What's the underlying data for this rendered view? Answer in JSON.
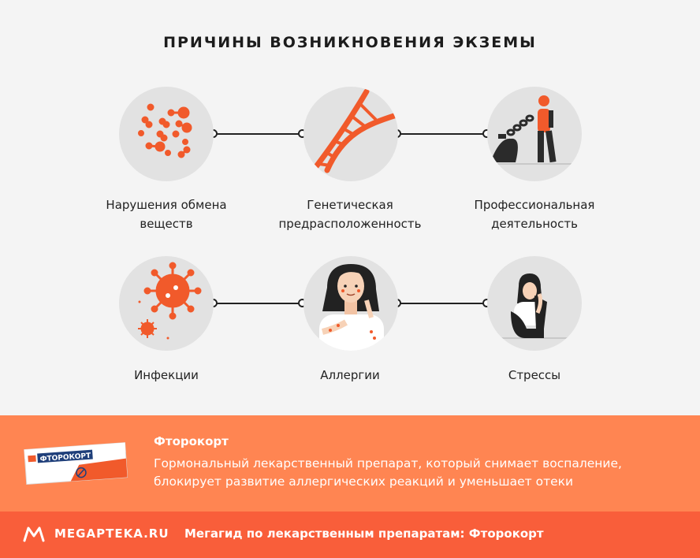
{
  "title": "ПРИЧИНЫ ВОЗНИКНОВЕНИЯ ЭКЗЕМЫ",
  "causes": [
    {
      "label_line1": "Нарушения обмена",
      "label_line2": "веществ",
      "icon": "molecule-icon"
    },
    {
      "label_line1": "Генетическая",
      "label_line2": "предрасположенность",
      "icon": "dna-icon"
    },
    {
      "label_line1": "Профессиональная",
      "label_line2": "деятельность",
      "icon": "worker-chain-weight-icon"
    },
    {
      "label_line1": "Инфекции",
      "label_line2": "",
      "icon": "virus-icon"
    },
    {
      "label_line1": "Аллергии",
      "label_line2": "",
      "icon": "allergic-woman-icon"
    },
    {
      "label_line1": "Стрессы",
      "label_line2": "",
      "icon": "stressed-person-icon"
    }
  ],
  "product": {
    "name": "Фторокорт",
    "package_label": "ФТОРОКОРТ",
    "description": "Гормональный лекарственный препарат, который снимает воспаление, блокирует развитие аллергических реакций и уменьшает отеки"
  },
  "footer": {
    "brand": "MEGAPTEKA.RU",
    "guide_text": "Мегагид по лекарственным препаратам: Фторокорт"
  },
  "colors": {
    "accent_orange": "#f15a2b",
    "promo_bg": "#ff8552",
    "footer_bg": "#f95e3a",
    "circle_bg": "#e2e2e2",
    "page_bg": "#f4f4f4"
  }
}
